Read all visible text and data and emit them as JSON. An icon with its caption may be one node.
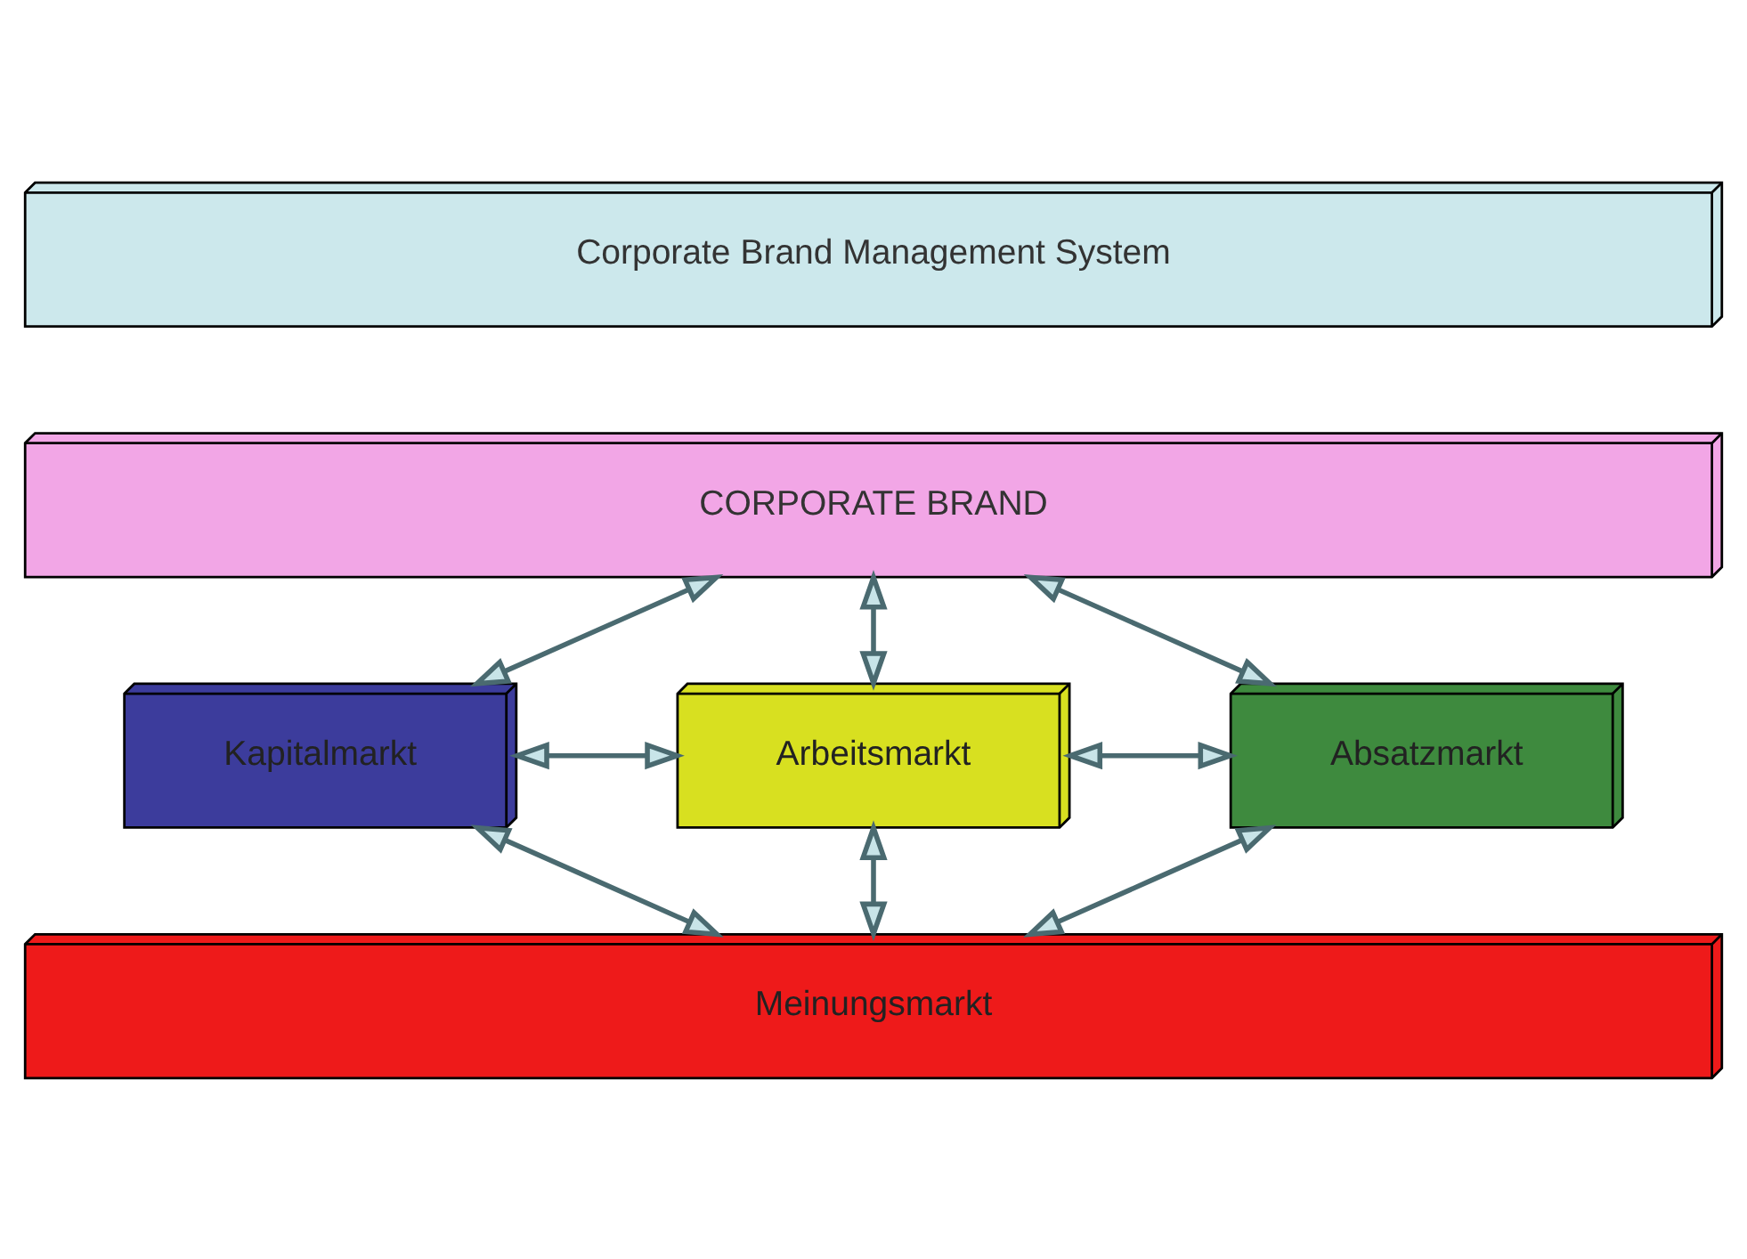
{
  "diagram": {
    "nodes": [
      {
        "text": [
          "Corporate Brand Management System"
        ]
      },
      {
        "text": [
          "CORPORATE BRAND"
        ]
      },
      {
        "text": [
          "Kapitalmarkt"
        ]
      },
      {
        "text": [
          "Arbeitsmarkt"
        ]
      },
      {
        "text": [
          "Absatzmarkt"
        ]
      },
      {
        "text": [
          "Meinungsmarkt"
        ]
      }
    ],
    "edges": [
      {
        "from": 1,
        "to": 2,
        "arrow": "both"
      },
      {
        "from": 1,
        "to": 3,
        "arrow": "both"
      },
      {
        "from": 1,
        "to": 4,
        "arrow": "both"
      },
      {
        "from": 2,
        "to": 3,
        "arrow": "both"
      },
      {
        "from": 3,
        "to": 4,
        "arrow": "both"
      },
      {
        "from": 2,
        "to": 5,
        "arrow": "both"
      },
      {
        "from": 3,
        "to": 5,
        "arrow": "both"
      },
      {
        "from": 4,
        "to": 5,
        "arrow": "both"
      }
    ]
  }
}
